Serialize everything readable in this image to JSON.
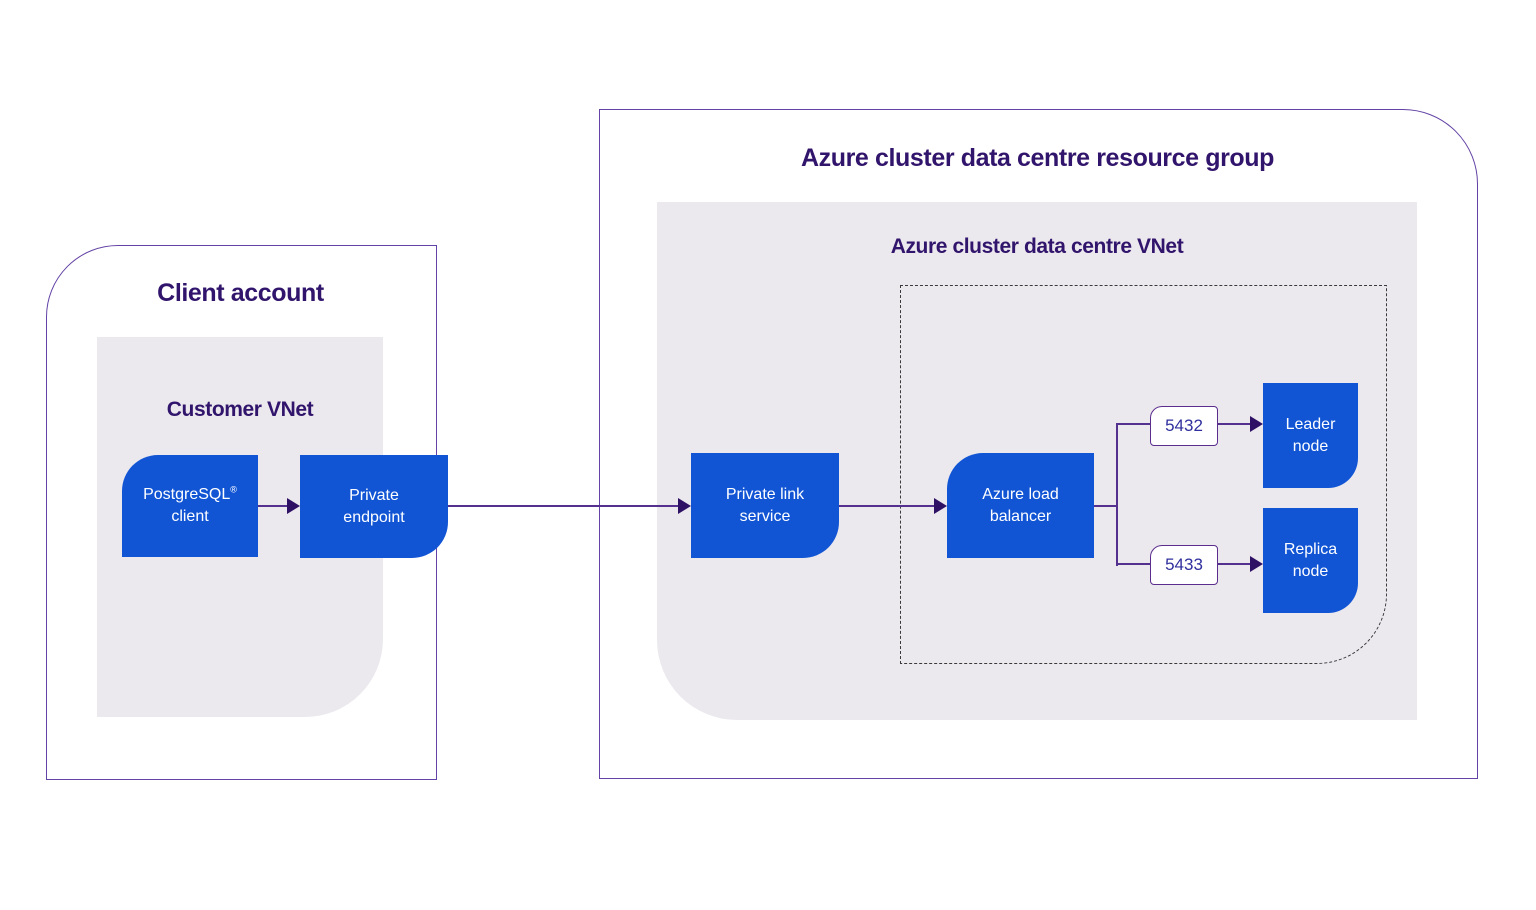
{
  "colors": {
    "node_blue": "#1155d5",
    "heading_purple": "#31146b",
    "line_purple": "#55318f",
    "arrow_purple": "#2e1065",
    "border_purple": "#6343a5",
    "panel_gray": "#ebe9ee",
    "dashed_gray": "#3a3a3a",
    "port_text": "#2f2f9e",
    "port_border": "#5b2d8e",
    "node_text": "#ffffff",
    "background": "#ffffff"
  },
  "client_account": {
    "title": "Client account",
    "vnet_title": "Customer VNet",
    "postgres_client": {
      "line1": "PostgreSQL",
      "sup": "®",
      "line2": "client"
    },
    "private_endpoint": {
      "line1": "Private",
      "line2": "endpoint"
    }
  },
  "resource_group": {
    "title": "Azure cluster data centre resource group",
    "vnet_title": "Azure cluster data centre VNet",
    "private_link": {
      "line1": "Private link",
      "line2": "service"
    },
    "load_balancer": {
      "line1": "Azure load",
      "line2": "balancer"
    },
    "leader_port": "5432",
    "replica_port": "5433",
    "leader_node": {
      "line1": "Leader",
      "line2": "node"
    },
    "replica_node": {
      "line1": "Replica",
      "line2": "node"
    }
  }
}
